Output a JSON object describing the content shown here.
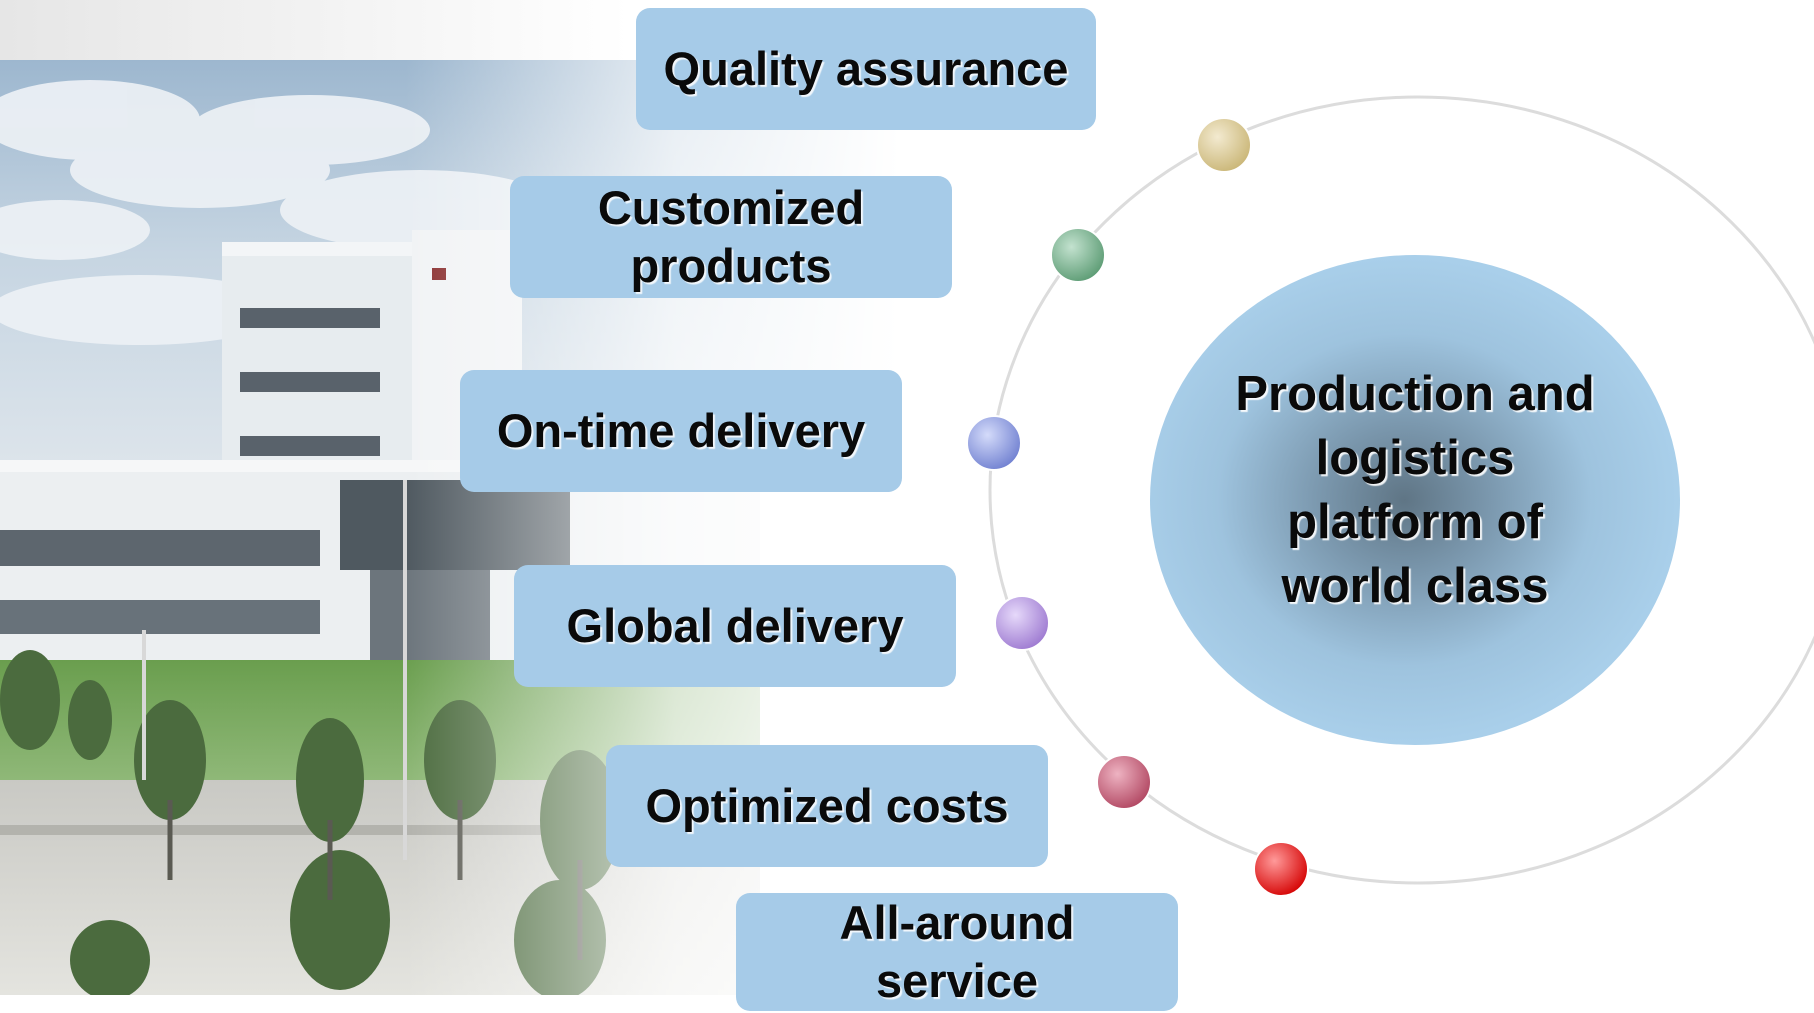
{
  "features": [
    {
      "label": "Quality assurance",
      "dot_color": "#c9b575"
    },
    {
      "label": "Customized products",
      "dot_color": "#5a9a72"
    },
    {
      "label": "On-time delivery",
      "dot_color": "#6f7fd0"
    },
    {
      "label": "Global delivery",
      "dot_color": "#9c78d0"
    },
    {
      "label": "Optimized costs",
      "dot_color": "#b04560"
    },
    {
      "label": "All-around service",
      "dot_color": "#d40000"
    }
  ],
  "center": {
    "label": "Production and logistics platform of world class"
  },
  "colors": {
    "box_fill": "#a6cbe8",
    "ring_stroke": "#dcdcdc",
    "text": "#0a0a0a"
  },
  "background": {
    "image_description_icon": "factory-photo"
  }
}
